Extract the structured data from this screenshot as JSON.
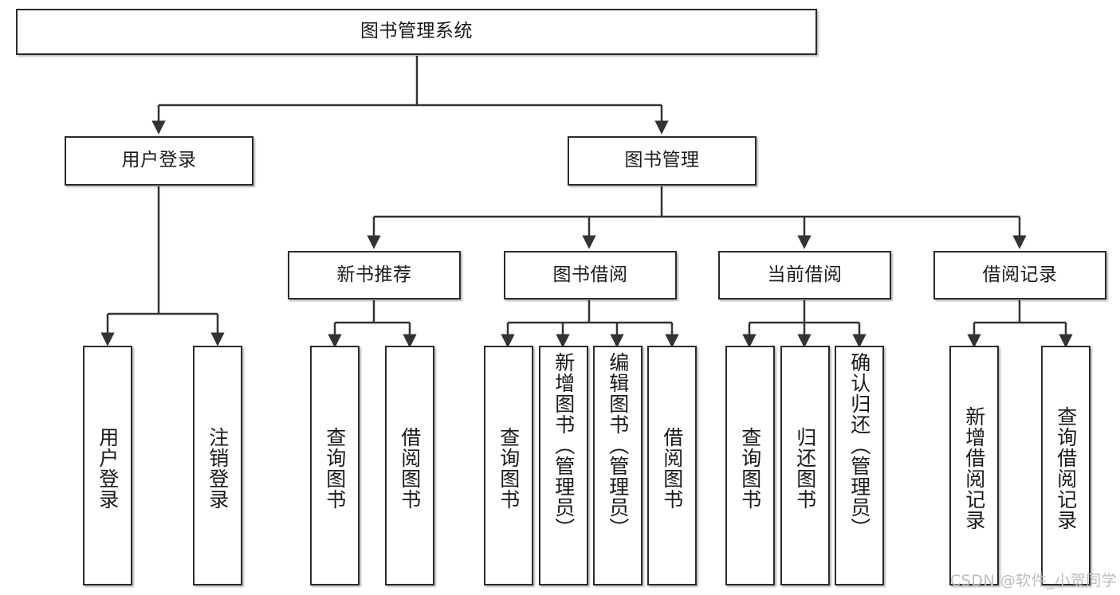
{
  "diagram": {
    "type": "tree-hierarchy",
    "root": {
      "id": "root",
      "label": "图书管理系统"
    },
    "level2": [
      {
        "id": "user-login",
        "label": "用户登录"
      },
      {
        "id": "book-management",
        "label": "图书管理"
      }
    ],
    "level3": [
      {
        "id": "new-book-recommend",
        "label": "新书推荐"
      },
      {
        "id": "book-borrow",
        "label": "图书借阅"
      },
      {
        "id": "current-borrow",
        "label": "当前借阅"
      },
      {
        "id": "borrow-record",
        "label": "借阅记录"
      }
    ],
    "leaves": {
      "user_login": [
        {
          "id": "leaf-user-login",
          "label": "用户登录"
        },
        {
          "id": "leaf-logout",
          "label": "注销登录"
        }
      ],
      "new_book_recommend": [
        {
          "id": "leaf-query-book-1",
          "label": "查询图书"
        },
        {
          "id": "leaf-borrow-book-1",
          "label": "借阅图书"
        }
      ],
      "book_borrow": [
        {
          "id": "leaf-query-book-2",
          "label": "查询图书"
        },
        {
          "id": "leaf-add-book",
          "label": "新增图书（管理员）"
        },
        {
          "id": "leaf-edit-book",
          "label": "编辑图书（管理员）"
        },
        {
          "id": "leaf-borrow-book-2",
          "label": "借阅图书"
        }
      ],
      "current_borrow": [
        {
          "id": "leaf-query-book-3",
          "label": "查询图书"
        },
        {
          "id": "leaf-return-book",
          "label": "归还图书"
        },
        {
          "id": "leaf-confirm-return",
          "label": "确认归还（管理员）"
        }
      ],
      "borrow_record": [
        {
          "id": "leaf-add-record",
          "label": "新增借阅记录"
        },
        {
          "id": "leaf-query-record",
          "label": "查询借阅记录"
        }
      ]
    }
  },
  "watermark": {
    "text": "CSDN @软件_小贺同学"
  },
  "colors": {
    "box_border": "#2b2b2b",
    "box_fill": "#ffffff",
    "edge": "#333333",
    "text": "#1a1a1a",
    "watermark": "#bdbdbd",
    "background": "#ffffff"
  }
}
